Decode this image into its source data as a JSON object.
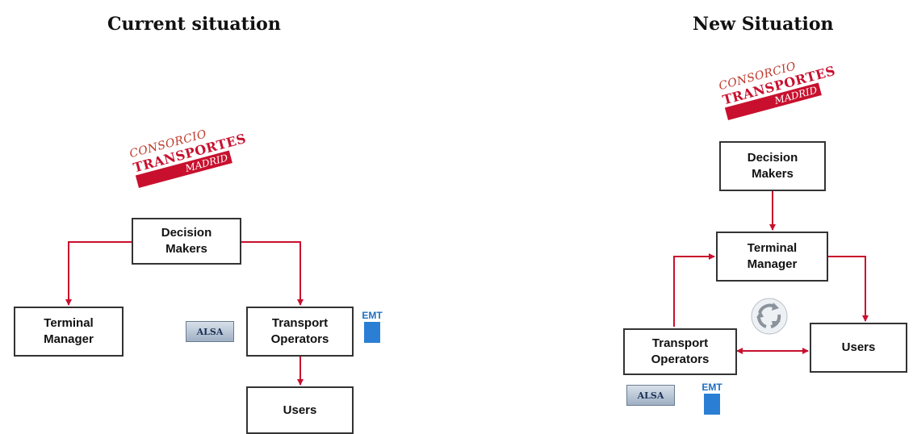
{
  "titles": {
    "current": "Current situation",
    "new": "New Situation"
  },
  "logo": {
    "line1": "CONSORCIO",
    "line2": "TRANSPORTES",
    "line3": "MADRID"
  },
  "alsa_logo": "ALSA",
  "emt_logo": "EMT",
  "current": {
    "decision_makers": "Decision\nMakers",
    "terminal_manager": "Terminal\nManager",
    "transport_operators": "Transport\nOperators",
    "users": "Users"
  },
  "new": {
    "decision_makers": "Decision\nMakers",
    "terminal_manager": "Terminal\nManager",
    "transport_operators": "Transport\nOperators",
    "users": "Users"
  },
  "colors": {
    "arrow": "#c8102e",
    "box_border": "#333333",
    "brand_red": "#c8102e"
  }
}
